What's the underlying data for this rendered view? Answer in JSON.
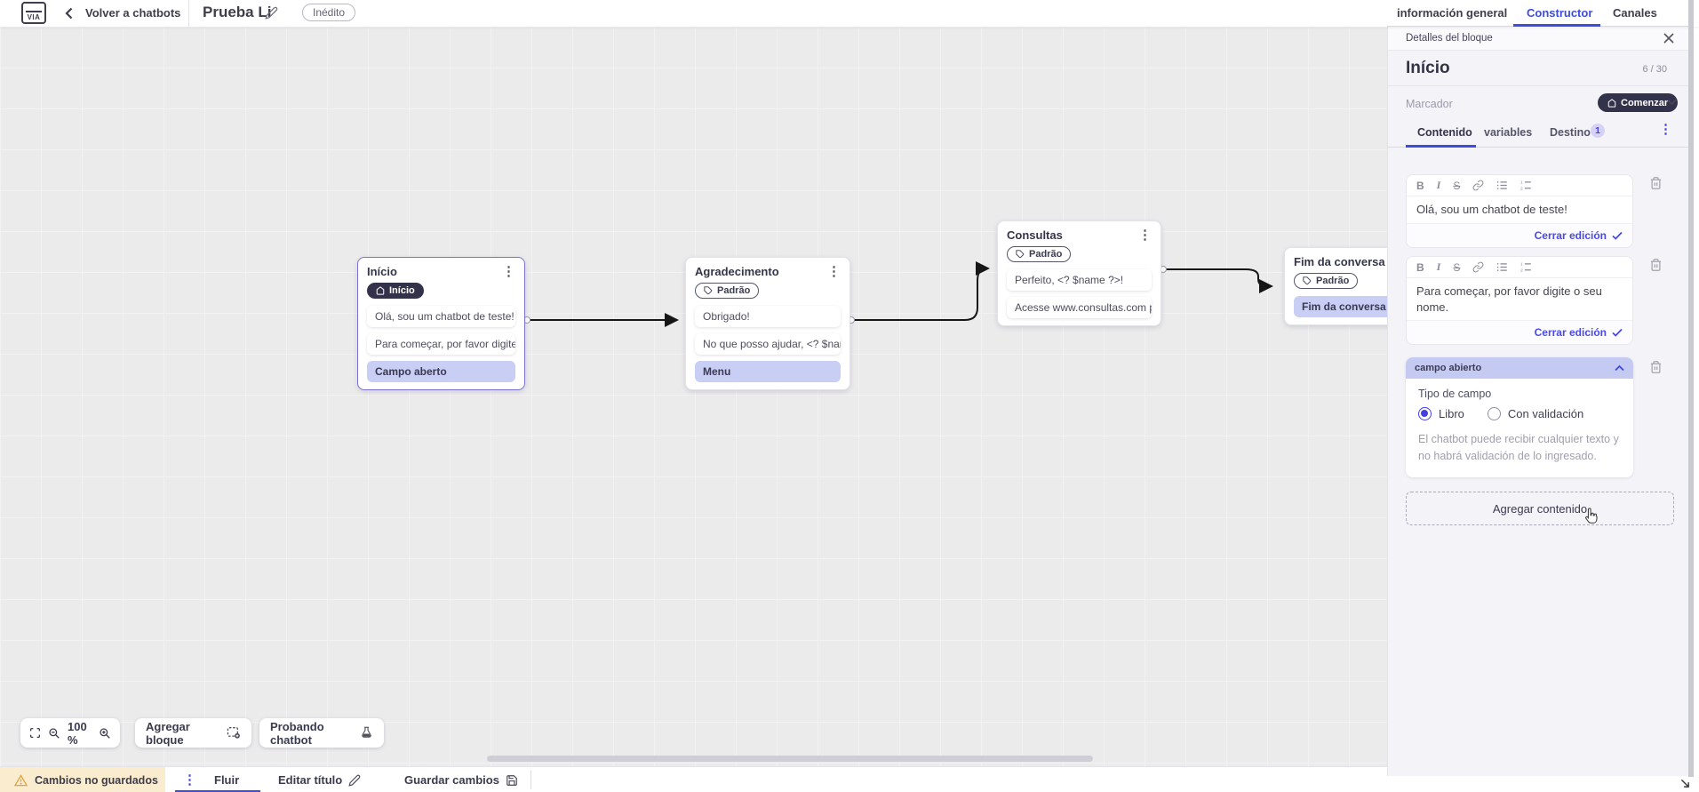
{
  "topbar": {
    "logo": "VIA",
    "back": "Volver a chatbots",
    "title": "Prueba Li",
    "status_badge": "Inédito",
    "tabs": [
      {
        "label": "información general",
        "active": false
      },
      {
        "label": "Constructor",
        "active": true
      },
      {
        "label": "Canales",
        "active": false
      }
    ]
  },
  "canvas": {
    "nodes": [
      {
        "title": "Início",
        "badge": "Início",
        "items": [
          "Olá, sou um chatbot de teste!",
          "Para começar, por favor digite o ...",
          "Campo aberto"
        ]
      },
      {
        "title": "Agradecimento",
        "badge": "Padrão",
        "items": [
          "Obrigado!",
          "No que posso ajudar, <? $name ...",
          "Menu"
        ]
      },
      {
        "title": "Consultas",
        "badge": "Padrão",
        "items": [
          "Perfeito, <? $name ?>!",
          "Acesse www.consultas.com par..."
        ]
      },
      {
        "title": "Fim da conversa",
        "badge": "Padrão",
        "items": [
          "Fim da conversa"
        ]
      }
    ],
    "controls": {
      "zoom_level": "100 %",
      "add_block": "Agregar bloque",
      "test_chatbot": "Probando chatbot"
    }
  },
  "bottombar": {
    "unsaved": "Cambios no guardados",
    "flow_tab": "Fluir",
    "edit_title": "Editar título",
    "save": "Guardar cambios"
  },
  "panel": {
    "header": "Detalles del bloque",
    "block_name": "Início",
    "counter": "6 / 30",
    "marker_label": "Marcador",
    "marker_value": "Comenzar",
    "tabs": {
      "content": "Contenido",
      "variables": "variables",
      "destination": "Destino",
      "destination_count": "1"
    },
    "editors": [
      {
        "text": "Olá, sou um chatbot de teste!",
        "close_label": "Cerrar edición"
      },
      {
        "text": "Para começar, por favor digite o seu nome.",
        "close_label": "Cerrar edición"
      }
    ],
    "open_field": {
      "header": "campo abierto",
      "type_label": "Tipo de campo",
      "options": [
        {
          "label": "Libro",
          "selected": true
        },
        {
          "label": "Con validación",
          "selected": false
        }
      ],
      "help": "El chatbot puede recibir cualquier texto y no habrá validación de lo ingresado."
    },
    "add_content": "Agregar contenido"
  },
  "colors": {
    "accent": "#3d4be0",
    "dark_pill": "#33324b",
    "highlight_item": "#c9cef4",
    "warning_bg": "#faeccf"
  }
}
